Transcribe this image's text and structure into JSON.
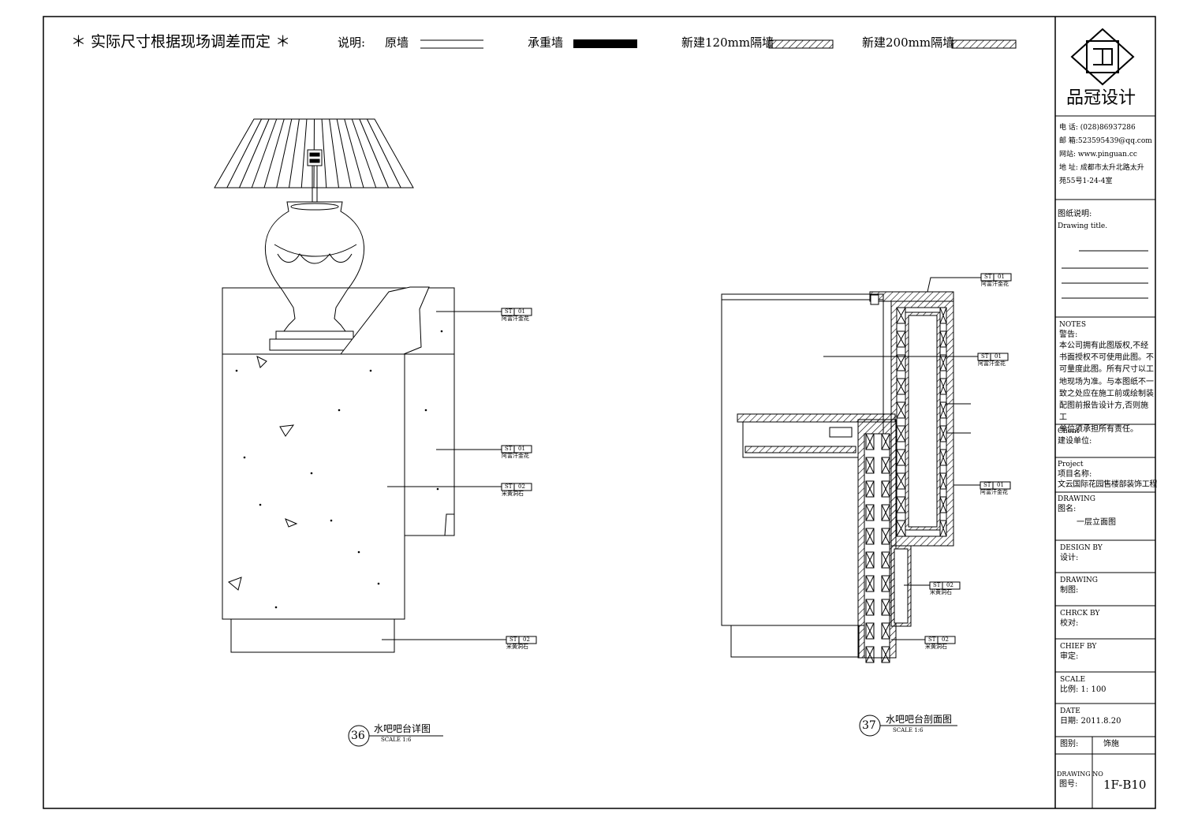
{
  "header": {
    "note": "＊ 实际尺寸根据现场调差而定 ＊",
    "legend_title": "说明:",
    "legend_items": [
      {
        "label": "原墙",
        "pattern": "double-line"
      },
      {
        "label": "承重墙",
        "pattern": "solid-fill"
      },
      {
        "label": "新建120mm隔墙",
        "pattern": "hatch"
      },
      {
        "label": "新建200mm隔墙",
        "pattern": "hatch"
      }
    ]
  },
  "drawings": [
    {
      "number": "36",
      "title": "水吧吧台详图",
      "scale": "SCALE 1:6"
    },
    {
      "number": "37",
      "title": "水吧吧台剖面图",
      "scale": "SCALE 1:6"
    }
  ],
  "material_tags": {
    "st01": {
      "code": "ST",
      "num": "01",
      "name": "阿富汗金花"
    },
    "st02": {
      "code": "ST",
      "num": "02",
      "name": "米黄洞石"
    }
  },
  "title_block": {
    "company": "品冠设计",
    "logo_icon": "pinguan-logo-icon",
    "contact": {
      "phone": "电 话: (028)86937286",
      "email": "邮 箱:523595439@qq.com",
      "web": "网站: www.pinguan.cc",
      "address_line1": "地 址: 成都市太升北路太升",
      "address_line2": "苑55号1-24-4室"
    },
    "drawing_title_cn": "图纸说明:",
    "drawing_title_en": "Drawing title.",
    "notes_en": "NOTES",
    "notes_cn": "警告:",
    "notes_body": [
      "本公司拥有此图版权,不经",
      "书面授权不可使用此图。不",
      "可量度此图。所有尺寸以工",
      "地现场为准。与本图纸不一",
      "致之处应在施工前或绘制装",
      "配图前报告设计方,否则施工",
      "单位须承担所有责任。"
    ],
    "client_en": "Client",
    "client_cn": "建设单位:",
    "project_en": "Project",
    "project_cn": "项目名称:",
    "project_value": "文云国际花园售楼部装饰工程",
    "drawing_en": "DRAWING",
    "drawing_cn": "图名:",
    "drawing_value": "一层立面图",
    "design_en": "DESIGN BY",
    "design_cn": "设计:",
    "drafting_en": "DRAWING",
    "drafting_cn": "制图:",
    "check_en": "CHRCK BY",
    "check_cn": "校对:",
    "chief_en": "CHIEF BY",
    "chief_cn": "审定:",
    "scale_en": "SCALE",
    "scale_value": "比例: 1: 100",
    "date_en": "DATE",
    "date_value": "日期: 2011.8.20",
    "category_label": "图别:",
    "category_value": "饰施",
    "number_en": "DRAWING NO",
    "number_cn": "图号:",
    "number_value": "1F-B10"
  }
}
